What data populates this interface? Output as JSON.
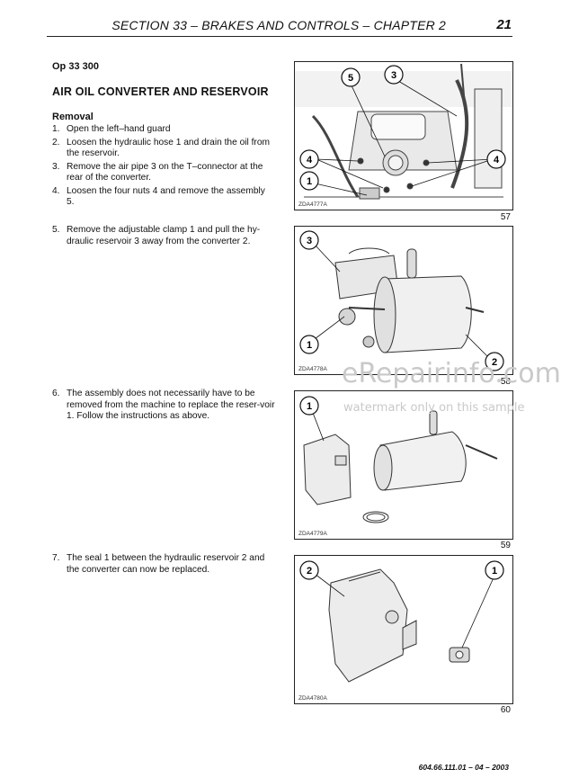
{
  "header": {
    "title": "SECTION 33 – BRAKES AND CONTROLS – CHAPTER 2",
    "page_number": "21"
  },
  "op_code": "Op 33 300",
  "heading": "AIR OIL CONVERTER AND RESERVOIR",
  "subheading": "Removal",
  "steps": [
    {
      "n": "1.",
      "text": "Open the left–hand guard"
    },
    {
      "n": "2.",
      "text": "Loosen the hydraulic hose 1 and drain the oil from the reservoir."
    },
    {
      "n": "3.",
      "text": "Remove the air pipe 3 on the T–connector at the rear of the converter."
    },
    {
      "n": "4.",
      "text": "Loosen the four nuts 4 and remove the assembly 5."
    },
    {
      "n": "5.",
      "text": "Remove the adjustable clamp 1 and pull the hy-draulic reservoir 3 away from the converter 2."
    },
    {
      "n": "6.",
      "text": "The assembly does not necessarily have to be removed from the machine to replace the reser-voir 1. Follow the instructions as above."
    },
    {
      "n": "7.",
      "text": "The seal 1 between the hydraulic reservoir 2 and the converter can now be replaced."
    }
  ],
  "figures": [
    {
      "id": "ZDA4777A",
      "number": "57",
      "callouts": [
        "5",
        "3",
        "4",
        "4",
        "1"
      ]
    },
    {
      "id": "ZDA4778A",
      "number": "58",
      "callouts": [
        "3",
        "1",
        "2"
      ]
    },
    {
      "id": "ZDA4779A",
      "number": "59",
      "callouts": [
        "1"
      ]
    },
    {
      "id": "ZDA4780A",
      "number": "60",
      "callouts": [
        "2",
        "1"
      ]
    }
  ],
  "watermark": {
    "line1": "eRepairinfo.com",
    "line2": "watermark only on this sample"
  },
  "footer": "604.66.111.01 – 04 – 2003"
}
